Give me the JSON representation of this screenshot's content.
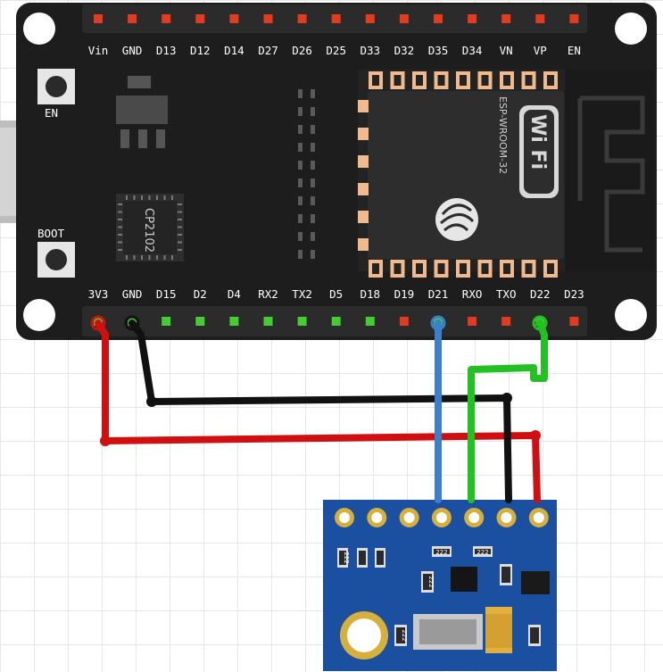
{
  "board": {
    "top_pins": [
      "Vin",
      "GND",
      "D13",
      "D12",
      "D14",
      "D27",
      "D26",
      "D25",
      "D33",
      "D32",
      "D35",
      "D34",
      "VN",
      "VP",
      "EN"
    ],
    "bottom_pins": [
      "3V3",
      "GND",
      "D15",
      "D2",
      "D4",
      "RX2",
      "TX2",
      "D5",
      "D18",
      "D19",
      "D21",
      "RXO",
      "TXO",
      "D22",
      "D23"
    ],
    "bottom_pin_led": [
      "green",
      "green",
      "green",
      "green",
      "green",
      "green",
      "green",
      "green",
      "green",
      "red",
      "green",
      "red",
      "red",
      "green",
      "red"
    ],
    "button_en_label": "EN",
    "button_boot_label": "BOOT",
    "usb_chip_label": "CP2102",
    "module_label": "ESP-WROOM-32",
    "wifi_logo_text": "Wi Fi"
  },
  "sensor": {
    "smd_codes": [
      "222",
      "222",
      "222",
      "222",
      "222"
    ]
  },
  "wires": [
    {
      "name": "3v3-to-vcc",
      "color": "#d01010"
    },
    {
      "name": "gnd-to-gnd",
      "color": "#111111"
    },
    {
      "name": "d21-to-sda",
      "color": "#3a7fd0"
    },
    {
      "name": "d22-to-scl",
      "color": "#22c022"
    }
  ]
}
